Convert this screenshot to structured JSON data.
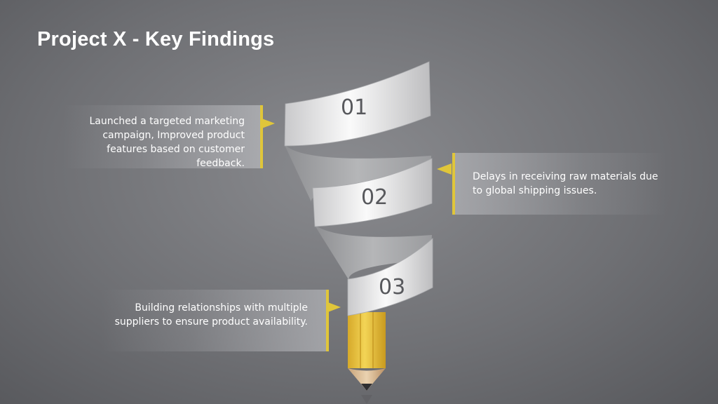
{
  "title": "Project X - Key Findings",
  "steps": [
    {
      "number": "01",
      "text": "Launched a targeted marketing campaign, Improved product features based on customer feedback."
    },
    {
      "number": "02",
      "text": "Delays in receiving raw materials due to global shipping issues."
    },
    {
      "number": "03",
      "text": "Building relationships with multiple suppliers to ensure product availability."
    }
  ],
  "colors": {
    "accent": "#e0c63a",
    "ribbon": "#e6e6e6",
    "background": "#6f7074"
  },
  "icons": [
    "pencil-icon",
    "spiral-ribbon"
  ]
}
